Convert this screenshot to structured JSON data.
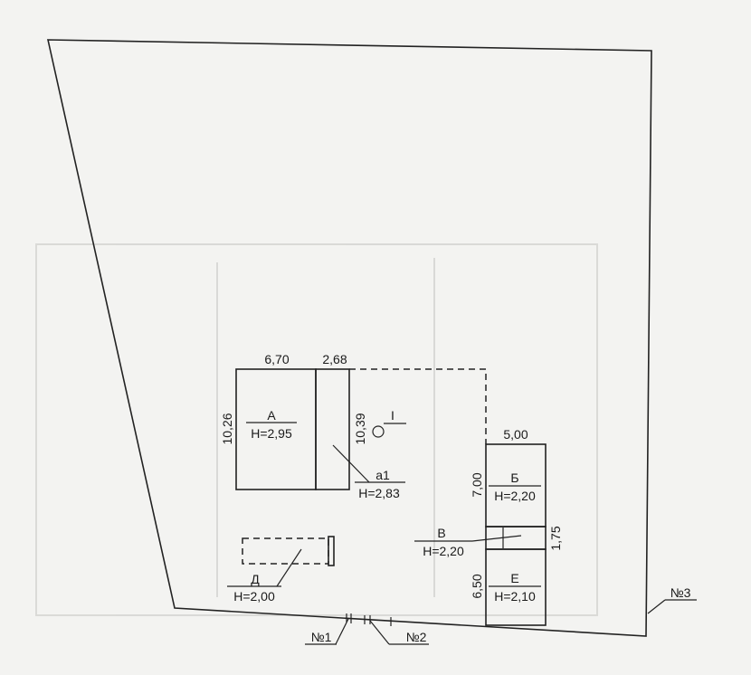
{
  "plan": {
    "buildings": {
      "A": {
        "letter": "А",
        "height": "Н=2,95",
        "width": "6,70",
        "depth": "10,26"
      },
      "a1": {
        "letter": "а1",
        "height": "Н=2,83",
        "width": "2,68",
        "depth": "10,39"
      },
      "B": {
        "letter": "Б",
        "height": "Н=2,20",
        "width": "5,00",
        "depth": "7,00"
      },
      "V": {
        "letter": "В",
        "height": "Н=2,20",
        "depth": "1,75"
      },
      "E": {
        "letter": "Е",
        "height": "Н=2,10",
        "depth": "6,50"
      },
      "D": {
        "letter": "Д",
        "height": "Н=2,00"
      }
    },
    "well": {
      "label": "I"
    },
    "markers": {
      "no1": "№1",
      "no2": "№2",
      "no3": "№3"
    }
  }
}
